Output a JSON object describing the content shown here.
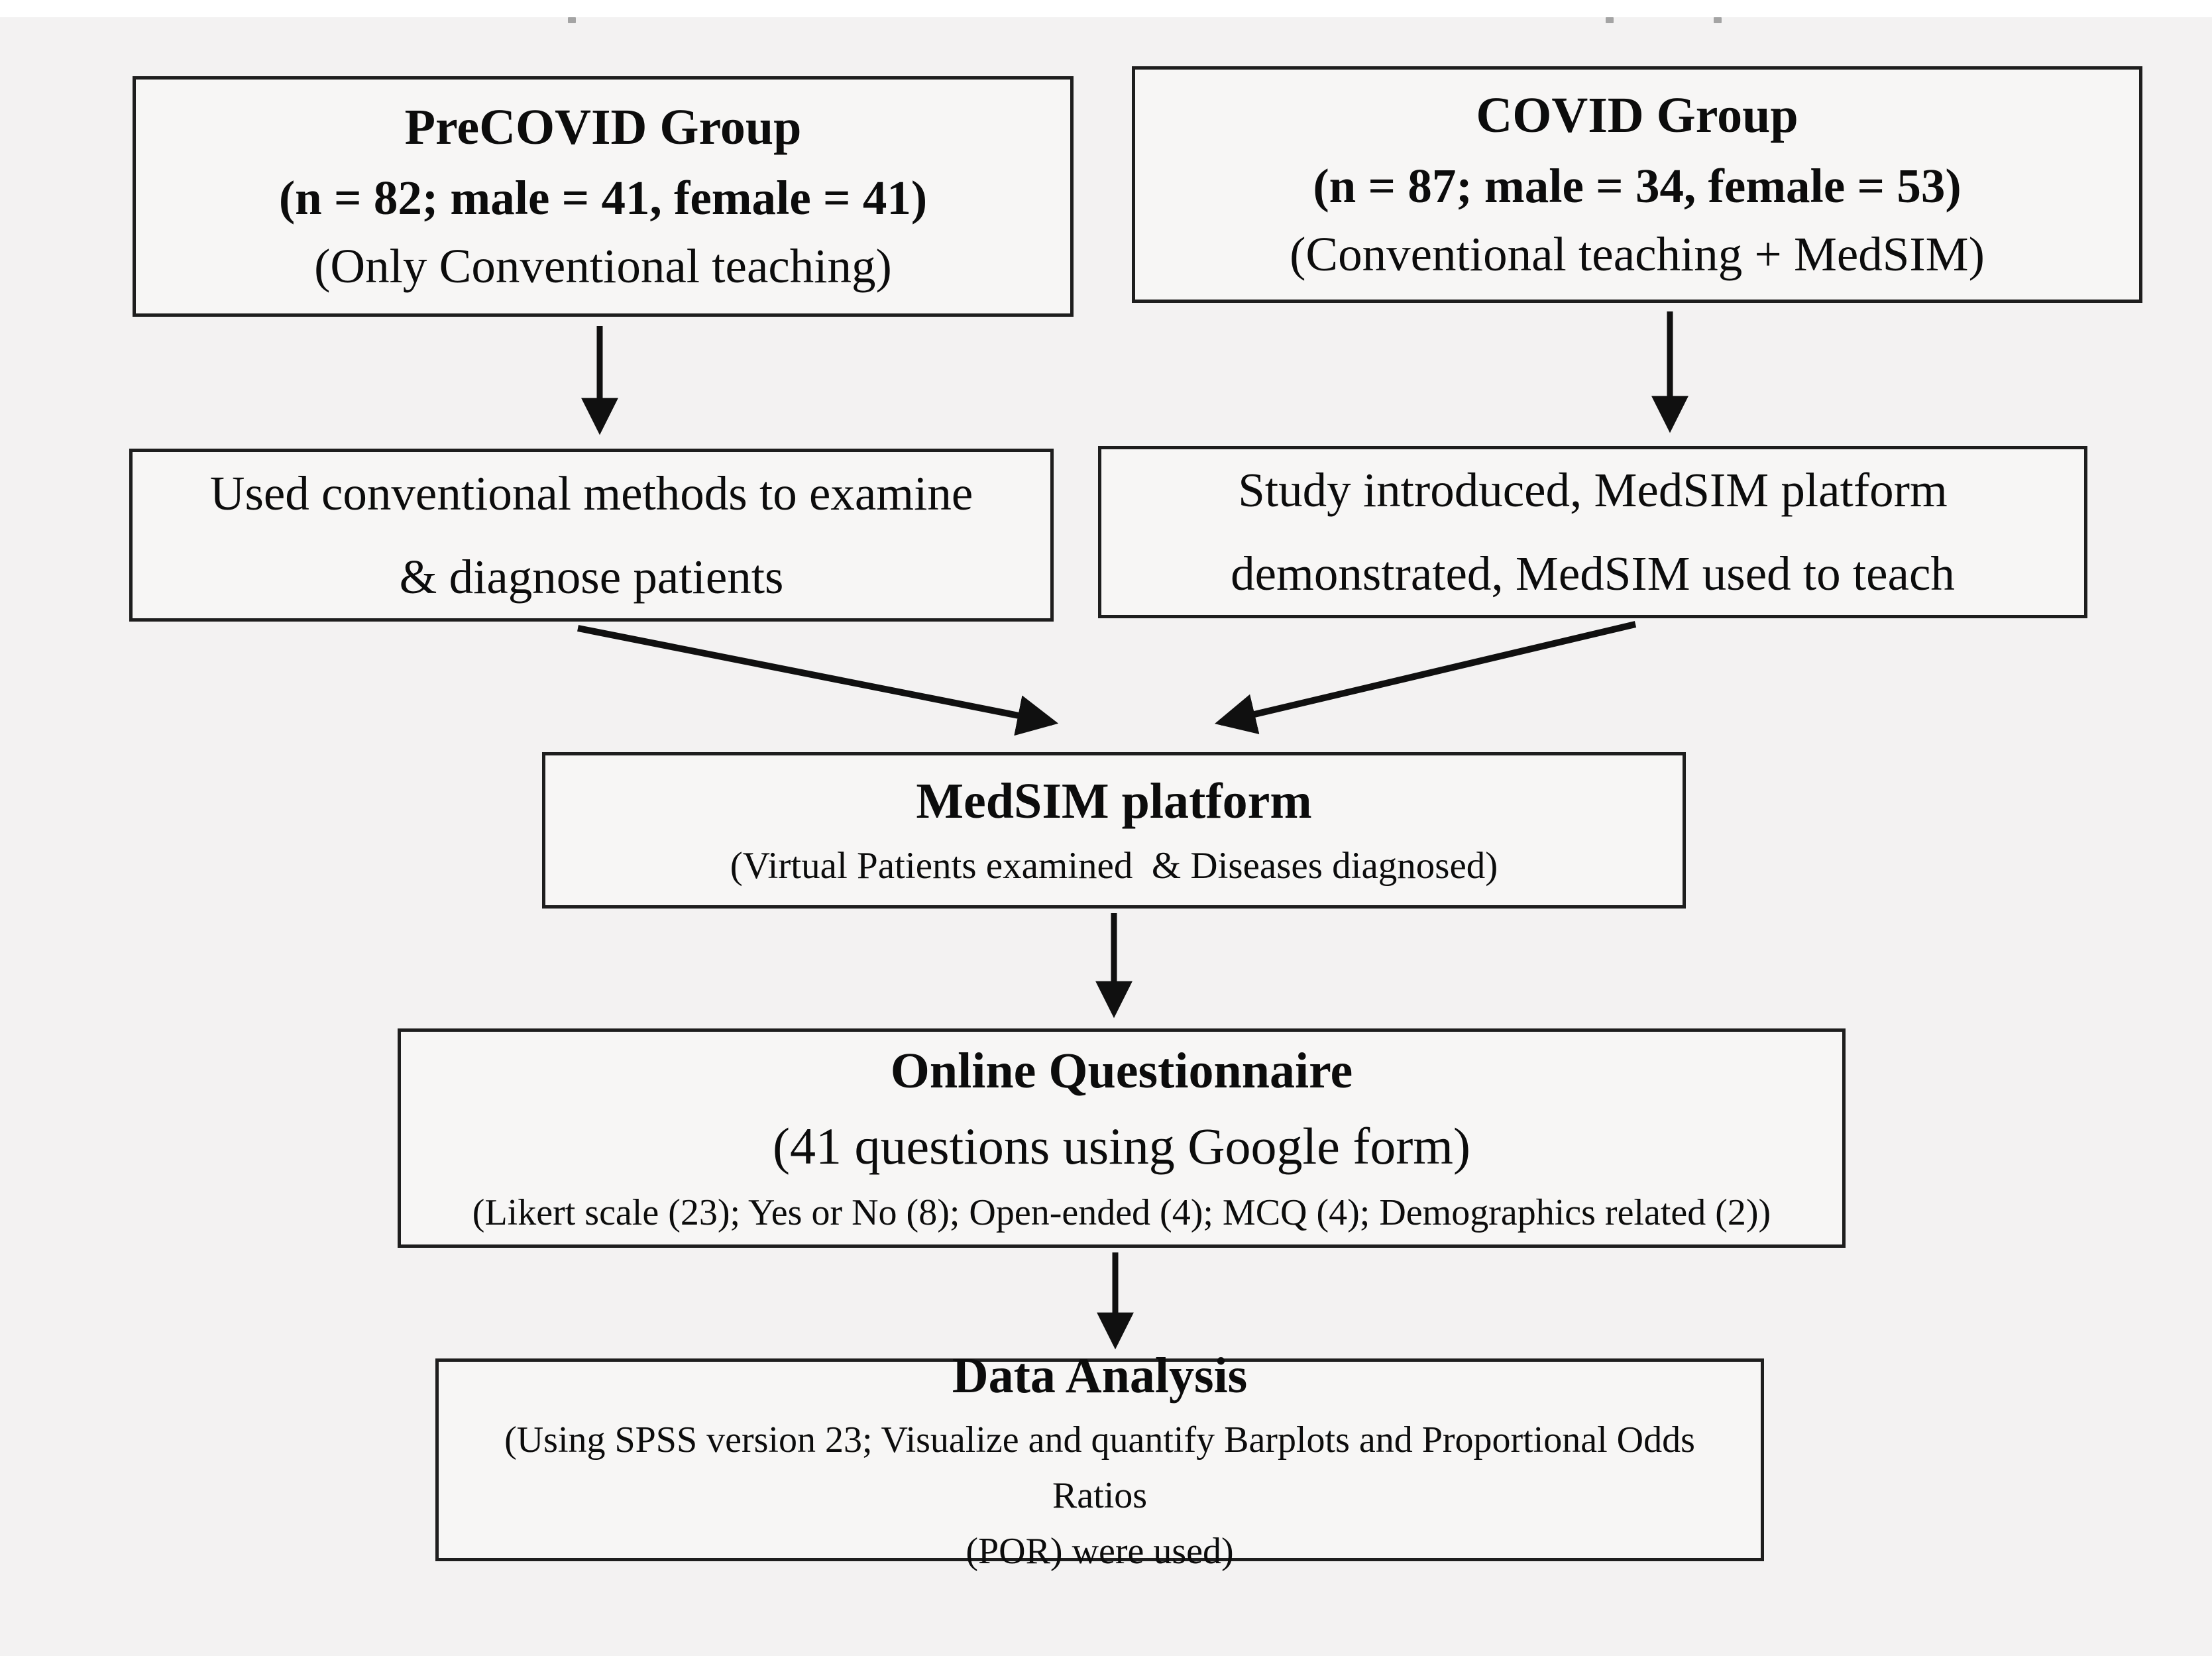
{
  "page": {
    "background": "#f3f2f2",
    "top_strip_color": "#ffffff",
    "box_border_color": "#1e1e1e",
    "box_fill": "#f7f6f5",
    "arrow_color": "#101010",
    "text_color": "#0c0c0c"
  },
  "flowchart": {
    "precovid_group": {
      "title": "PreCOVID Group",
      "stats": "(n = 82; male = 41, female = 41)",
      "note": "(Only Conventional teaching)"
    },
    "covid_group": {
      "title": "COVID Group",
      "stats": "(n = 87; male = 34, female = 53)",
      "note": "(Conventional teaching + MedSIM)"
    },
    "precovid_activity": {
      "lines": [
        "Used conventional methods to examine",
        "& diagnose patients"
      ]
    },
    "covid_activity": {
      "lines": [
        "Study introduced, MedSIM platform",
        "demonstrated, MedSIM used to teach"
      ]
    },
    "medsim_platform": {
      "title": "MedSIM platform",
      "subtitle": "(Virtual Patients examined  & Diseases diagnosed)"
    },
    "online_questionnaire": {
      "title": "Online Questionnaire",
      "subtitle": "(41 questions using Google form)",
      "detail": "(Likert scale (23); Yes or No (8); Open-ended (4); MCQ (4); Demographics related (2))"
    },
    "data_analysis": {
      "title": "Data Analysis",
      "detail_lines": [
        "(Using SPSS version 23; Visualize and quantify Barplots and Proportional Odds Ratios",
        "(POR) were used)"
      ]
    }
  }
}
